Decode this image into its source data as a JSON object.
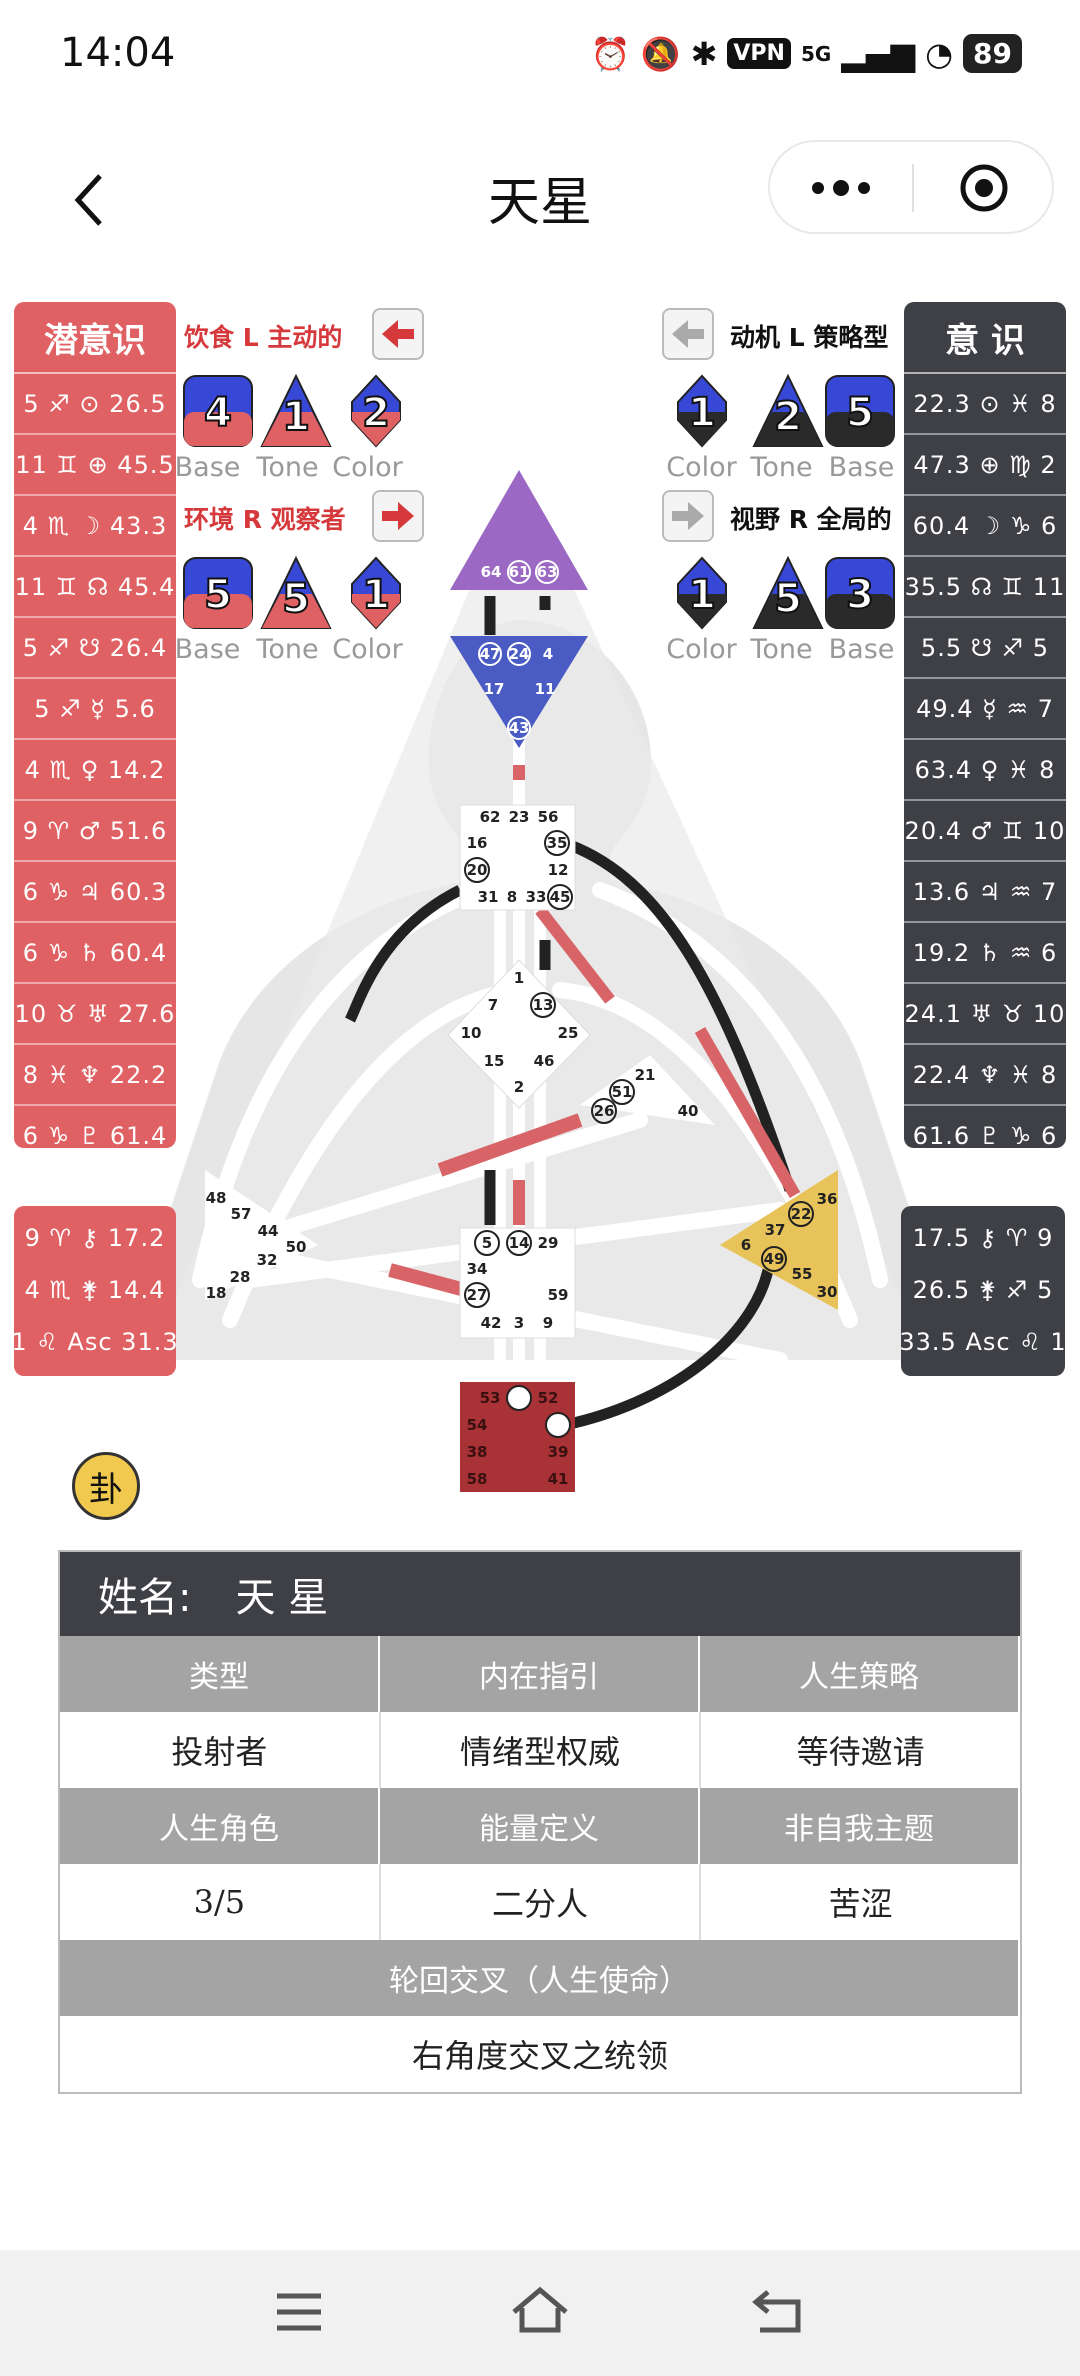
{
  "status": {
    "time": "14:04",
    "vpn": "VPN",
    "network": "5G",
    "battery": "89"
  },
  "nav": {
    "title": "天星"
  },
  "left_panel": {
    "title": "潜意识",
    "rows": [
      "5 ♐ ⊙ 26.5",
      "11 ♊ ⊕ 45.5",
      "4 ♏ ☽ 43.3",
      "11 ♊ ☊ 45.4",
      "5 ♐ ☋ 26.4",
      "5 ♐ ☿ 5.6",
      "4 ♏ ♀ 14.2",
      "9 ♈ ♂ 51.6",
      "6 ♑ ♃ 60.3",
      "6 ♑ ♄ 60.4",
      "10 ♉ ♅ 27.6",
      "8 ♓ ♆ 22.2",
      "6 ♑ ♇ 61.4"
    ]
  },
  "right_panel": {
    "title": "意 识",
    "rows": [
      "22.3 ⊙ ♓ 8",
      "47.3 ⊕ ♍ 2",
      "60.4 ☽ ♑ 6",
      "35.5 ☊ ♊ 11",
      "5.5 ☋ ♐ 5",
      "49.4 ☿ ♒ 7",
      "63.4 ♀ ♓ 8",
      "20.4 ♂ ♊ 10",
      "13.6 ♃ ♒ 7",
      "19.2 ♄ ♒ 6",
      "24.1 ♅ ♉ 10",
      "22.4 ♆ ♓ 8",
      "61.6 ♇ ♑ 6"
    ]
  },
  "left_small": {
    "rows": [
      "9 ♈ ⚷ 17.2",
      "4 ♏ ⚵ 14.4",
      "1 ♌ Asc 31.3"
    ]
  },
  "right_small": {
    "rows": [
      "17.5 ⚷ ♈ 9",
      "26.5 ⚵ ♐ 5",
      "33.5 Asc ♌ 1"
    ]
  },
  "variables": {
    "diet": {
      "label": "饮食 L 主动的",
      "values": [
        "4",
        "1",
        "2"
      ]
    },
    "env": {
      "label": "环境 R 观察者",
      "values": [
        "5",
        "5",
        "1"
      ]
    },
    "motivation": {
      "label": "动机 L 策略型",
      "values": [
        "1",
        "2",
        "5"
      ]
    },
    "view": {
      "label": "视野 R 全局的",
      "values": [
        "1",
        "5",
        "3"
      ]
    },
    "labels_left": [
      "Base",
      "Tone",
      "Color"
    ],
    "labels_right": [
      "Color",
      "Tone",
      "Base"
    ]
  },
  "gua_label": "卦",
  "profile": {
    "name_label": "姓名:",
    "name": "天 星",
    "headers1": [
      "类型",
      "内在指引",
      "人生策略"
    ],
    "values1": [
      "投射者",
      "情绪型权威",
      "等待邀请"
    ],
    "headers2": [
      "人生角色",
      "能量定义",
      "非自我主题"
    ],
    "values2": [
      "3/5",
      "二分人",
      "苦涩"
    ],
    "header3": "轮回交叉（人生使命）",
    "value3": "右角度交叉之统领"
  },
  "colors": {
    "red": "#e06163",
    "dark": "#3f4046",
    "head": "#9b69c4",
    "ajna": "#4a5bc4",
    "solar": "#e8c35a",
    "root": "#a83235"
  }
}
